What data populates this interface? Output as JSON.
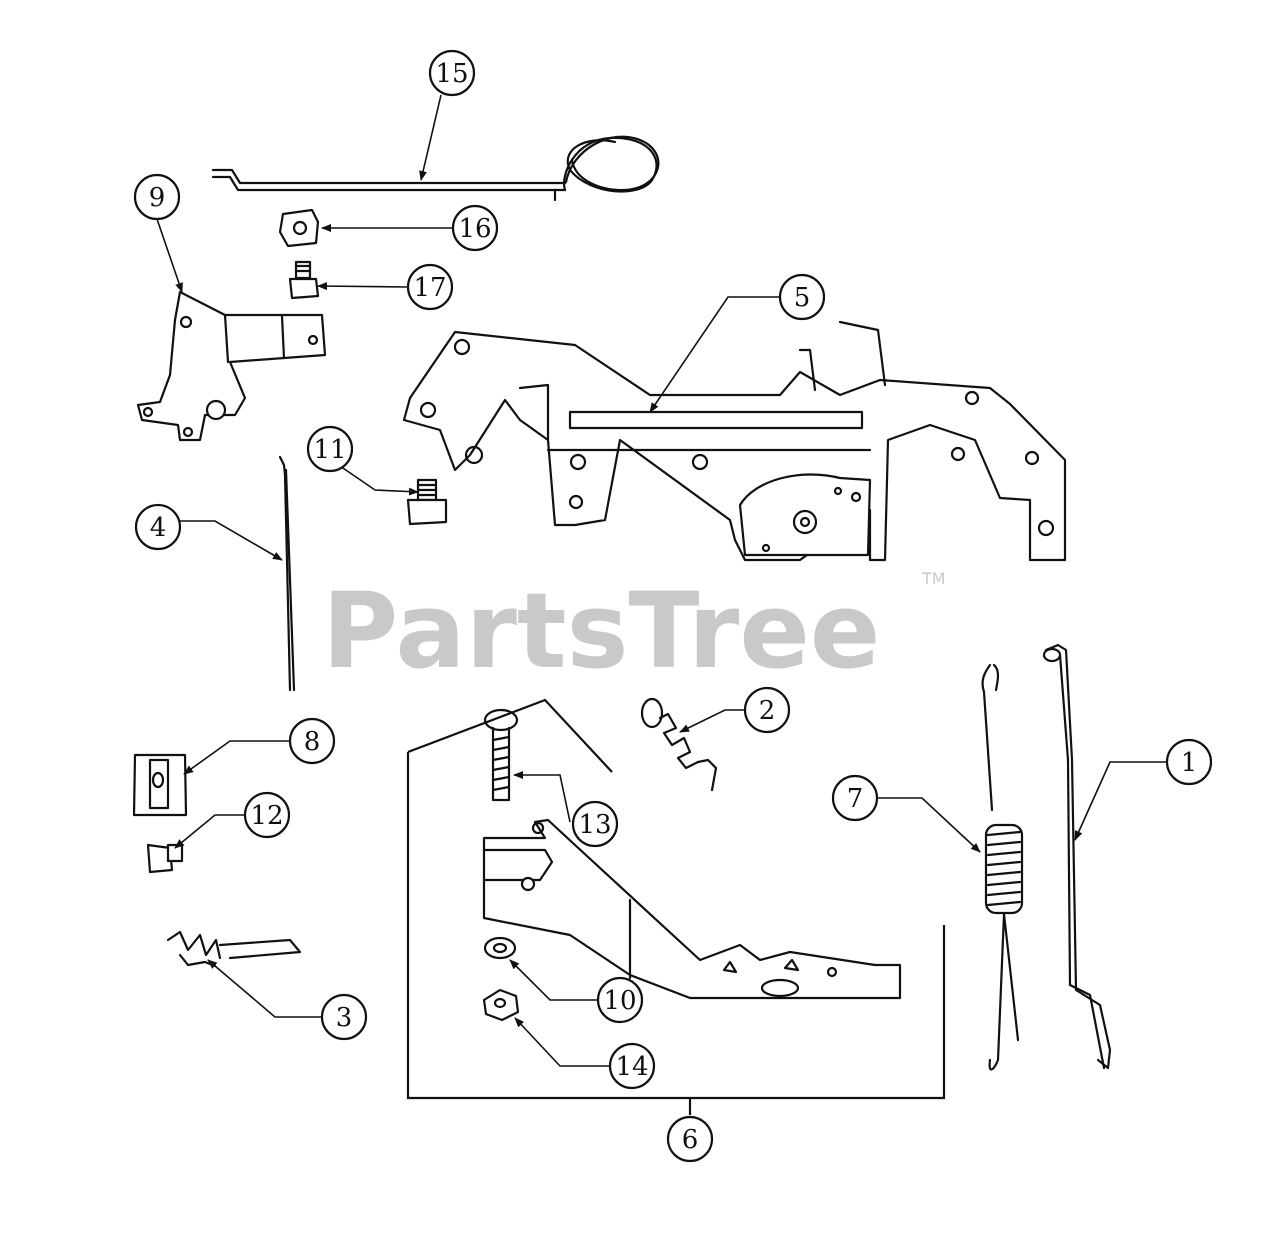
{
  "watermark": {
    "text": "PartsTree",
    "tm": "TM"
  },
  "callouts": [
    "1",
    "2",
    "3",
    "4",
    "5",
    "6",
    "7",
    "8",
    "9",
    "10",
    "11",
    "12",
    "13",
    "14",
    "15",
    "16",
    "17"
  ]
}
